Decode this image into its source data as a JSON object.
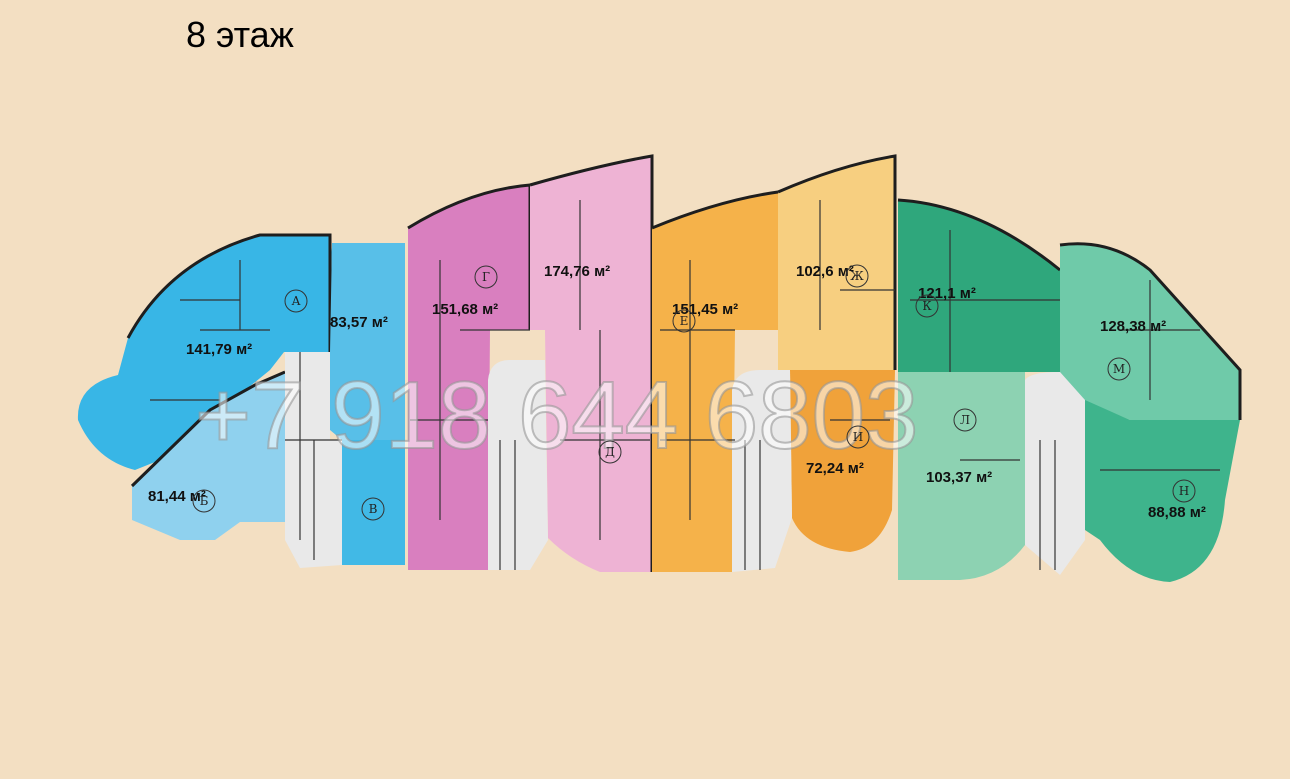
{
  "title": "8 этаж",
  "watermark": "+7 918 644 6803",
  "area_unit": "м²",
  "colors": {
    "background": "#f3dfc2",
    "blue": "#38b6e6",
    "light_blue": "#8fd1ee",
    "magenta": "#d97fbf",
    "pink": "#eeb3d4",
    "orange": "#f5b24a",
    "light_orange": "#f7cf80",
    "dark_orange": "#f0a23a",
    "green": "#2fa77c",
    "light_green": "#8dd2b2",
    "teal": "#5cc0a5",
    "core": "#e9e9e9"
  },
  "units": [
    {
      "letter": "А",
      "area": "141,79"
    },
    {
      "letter": "Б",
      "area": "81,44"
    },
    {
      "letter": "В",
      "area": "83,57"
    },
    {
      "letter": "Г",
      "area": "151,68"
    },
    {
      "letter": "Д",
      "area": "174,76"
    },
    {
      "letter": "Е",
      "area": "151,45"
    },
    {
      "letter": "Ж",
      "area": "102,6"
    },
    {
      "letter": "И",
      "area": "72,24"
    },
    {
      "letter": "К",
      "area": "121,1"
    },
    {
      "letter": "Л",
      "area": "103,37"
    },
    {
      "letter": "М",
      "area": "128,38"
    },
    {
      "letter": "Н",
      "area": "88,88"
    }
  ]
}
